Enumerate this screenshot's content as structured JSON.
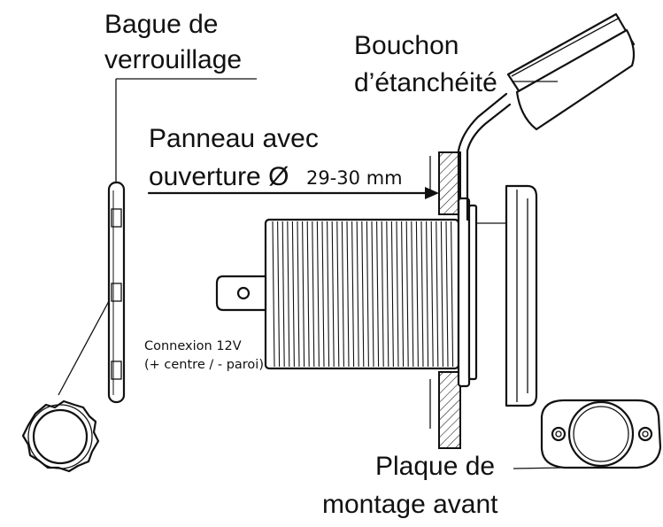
{
  "labels": {
    "ring_line1": "Bague de",
    "ring_line2": "verrouillage",
    "cap_line1": "Bouchon",
    "cap_line2": "d’étanchéité",
    "panel_line1": "Panneau avec",
    "panel_line2": "ouverture Ø",
    "panel_size": "29-30 mm",
    "conn_line1": "Connexion 12V",
    "conn_line2": "(+ centre / - paroi)",
    "plate_line1": "Plaque de",
    "plate_line2": "montage avant"
  }
}
